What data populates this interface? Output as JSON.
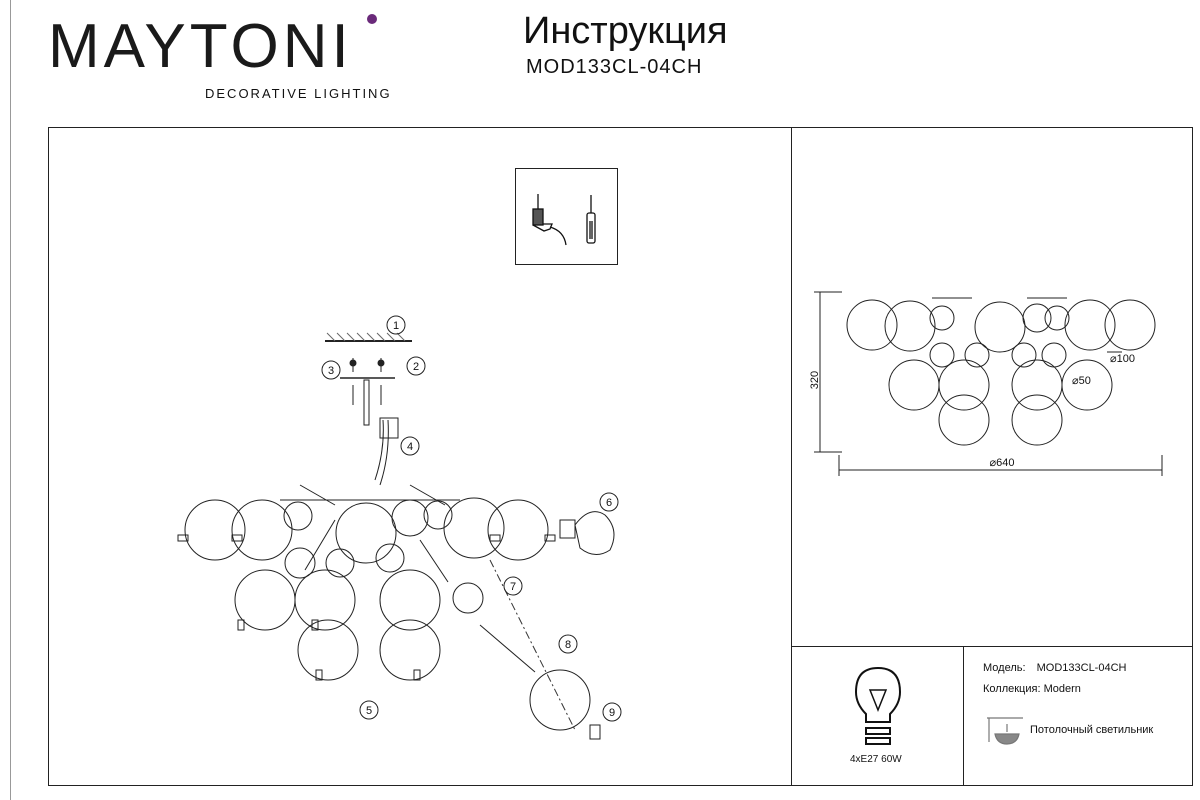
{
  "header": {
    "brand": "MAYTONI",
    "tagline": "DECORATIVE LIGHTING",
    "title": "Инструкция",
    "model": "MOD133CL-04CH"
  },
  "assembly": {
    "callouts": [
      "1",
      "2",
      "3",
      "4",
      "5",
      "6",
      "7",
      "8",
      "9"
    ]
  },
  "dimensions": {
    "height": "320",
    "width": "⌀640",
    "large_sphere": "⌀100",
    "small_sphere": "⌀50"
  },
  "bulb": {
    "label": "4xE27 60W"
  },
  "specs": {
    "model_label": "Модель:",
    "model_value": "MOD133CL-04CH",
    "collection_label": "Коллекция:",
    "collection_value": "Modern",
    "type_value": "Потолочный светильник"
  }
}
